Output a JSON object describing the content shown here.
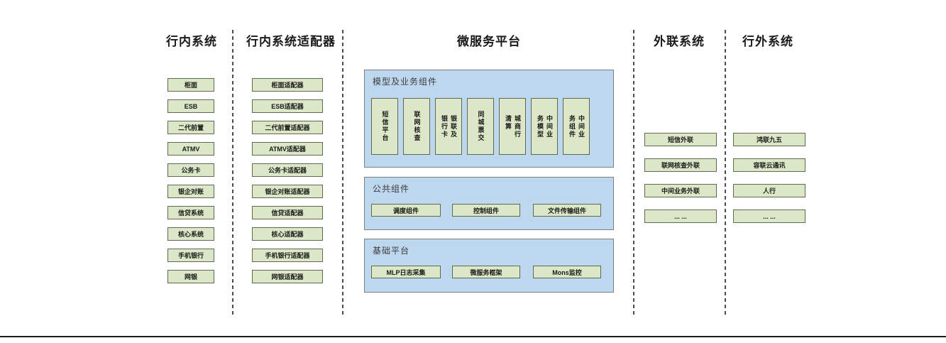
{
  "colors": {
    "box_fill": "#dbe7c6",
    "box_border": "#5e6a50",
    "panel_fill": "#bdd7ee",
    "panel_border": "#7f7f7f",
    "divider": "#4d4d4d",
    "rule": "#1a1a1a"
  },
  "columns": {
    "internal": {
      "title": "行内系统",
      "boxes": [
        "柜面",
        "ESB",
        "二代前置",
        "ATMV",
        "公务卡",
        "银企对账",
        "信贷系统",
        "核心系统",
        "手机银行",
        "网银"
      ]
    },
    "adapters": {
      "title": "行内系统适配器",
      "boxes": [
        "柜面适配器",
        "ESB适配器",
        "二代前置适配器",
        "ATMV适配器",
        "公务卡适配器",
        "银企对账适配器",
        "信贷适配器",
        "核心适配器",
        "手机银行适配器",
        "网银适配器"
      ]
    },
    "microservice": {
      "title": "微服务平台",
      "panels": {
        "model": {
          "title": "模型及业务组件",
          "boxes": [
            "短信平台",
            "联网核查",
            "银联及\n银行卡",
            "同城票交",
            "城商行\n清算",
            "中间业\n务模型",
            "中间业\n务组件"
          ]
        },
        "common": {
          "title": "公共组件",
          "boxes": [
            "调度组件",
            "控制组件",
            "文件传输组件"
          ]
        },
        "base": {
          "title": "基础平台",
          "boxes": [
            "MLP日志采集",
            "微服务框架",
            "Mons监控"
          ]
        }
      }
    },
    "outlink": {
      "title": "外联系统",
      "boxes": [
        "短信外联",
        "联网核查外联",
        "中间业务外联",
        "... ..."
      ]
    },
    "external": {
      "title": "行外系统",
      "boxes": [
        "鸿联九五",
        "容联云通讯",
        "人行",
        "... ..."
      ]
    }
  }
}
